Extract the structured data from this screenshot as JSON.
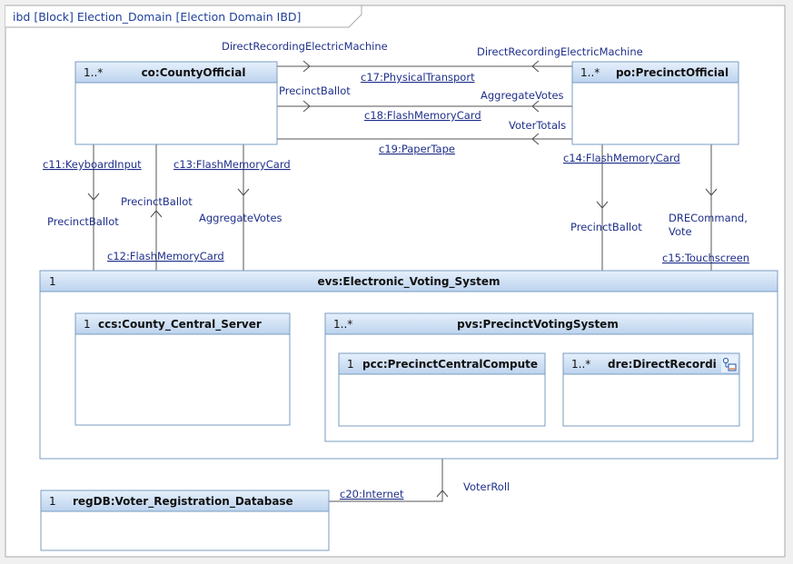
{
  "diagram": {
    "frame_title": "ibd [Block] Election_Domain [Election Domain IBD]"
  },
  "parts": {
    "county_official": {
      "mult": "1..*",
      "title": "co:CountyOfficial"
    },
    "precinct_official": {
      "mult": "1..*",
      "title": "po:PrecinctOfficial"
    },
    "evs": {
      "mult": "1",
      "title": "evs:Electronic_Voting_System"
    },
    "ccs": {
      "mult": "1",
      "title": "ccs:County_Central_Server"
    },
    "pvs": {
      "mult": "1..*",
      "title": "pvs:PrecinctVotingSystem"
    },
    "pcc": {
      "mult": "1",
      "title": "pcc:PrecinctCentralComputе"
    },
    "dre": {
      "mult": "1..*",
      "title": "dre:DirectRecordi"
    },
    "regdb": {
      "mult": "1",
      "title": "regDB:Voter_Registration_Database"
    }
  },
  "connectors": {
    "c17": "c17:PhysicalTransport",
    "c18": "c18:FlashMemoryCard",
    "c19": "c19:PaperTape",
    "c11": "c11:KeyboardInput",
    "c13": "c13:FlashMemoryCard",
    "c12": "c12:FlashMemoryCard",
    "c14": "c14:FlashMemoryCard",
    "c15": "c15:Touchscreen",
    "c20": "c20:Internet"
  },
  "flows": {
    "dre_machine_left": "DirectRecordingElectricMachine",
    "dre_machine_right": "DirectRecordingElectricMachine",
    "precinct_ballot_top": "PrecinctBallot",
    "aggregate_votes_top": "AggregateVotes",
    "voter_totals": "VoterTotals",
    "precinct_ballot_c11": "PrecinctBallot",
    "precinct_ballot_c12": "PrecinctBallot",
    "aggregate_votes_c13": "AggregateVotes",
    "precinct_ballot_c14": "PrecinctBallot",
    "dre_command_line1": "DRECommand,",
    "dre_command_line2": "Vote",
    "voter_roll": "VoterRoll"
  }
}
